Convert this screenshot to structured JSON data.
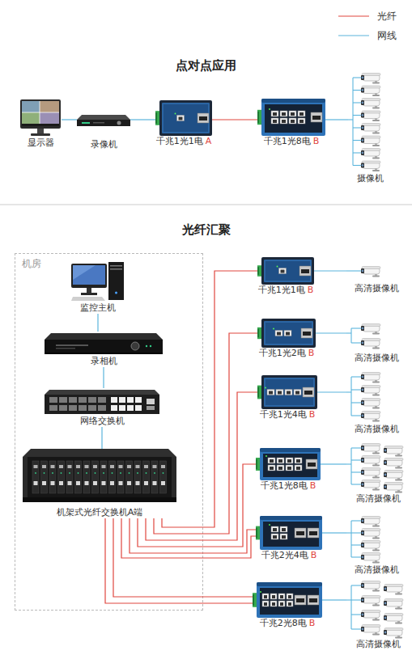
{
  "diagram": {
    "nodes": [
      {
        "text": [
          "显示器"
        ]
      },
      {
        "text": [
          "录像机"
        ]
      },
      {
        "text": [
          "千兆1光1电",
          "A"
        ]
      },
      {
        "text": [
          "千兆1光8电",
          "B"
        ]
      },
      {
        "text": [
          "摄像机"
        ]
      },
      {
        "text": [
          "机房"
        ]
      },
      {
        "text": [
          "监控主机"
        ],
        "in": 5
      },
      {
        "text": [
          "录相机"
        ],
        "in": 5
      },
      {
        "text": [
          "网络交换机"
        ],
        "in": 5
      },
      {
        "text": [
          "机架式光纤交换机A端"
        ],
        "in": 5
      },
      {
        "text": [
          "千兆1光1电",
          "B"
        ]
      },
      {
        "text": [
          "高清摄像机"
        ]
      },
      {
        "text": [
          "千兆1光2电",
          "B"
        ]
      },
      {
        "text": [
          "高清摄像机"
        ]
      },
      {
        "text": [
          "千兆1光4电",
          "B"
        ]
      },
      {
        "text": [
          "高清摄像机"
        ]
      },
      {
        "text": [
          "千兆1光8电",
          "B"
        ]
      },
      {
        "text": [
          "高清摄像机"
        ]
      },
      {
        "text": [
          "千兆2光4电",
          "B"
        ]
      },
      {
        "text": [
          "高清摄像机"
        ]
      },
      {
        "text": [
          "千兆2光8电",
          "B"
        ]
      },
      {
        "text": [
          "高清摄像机"
        ]
      }
    ],
    "edges": [
      {
        "from": 0,
        "to": 1,
        "arrow": "none"
      },
      {
        "from": 1,
        "to": 2,
        "arrow": "none"
      },
      {
        "from": 2,
        "to": 3,
        "arrow": "none"
      },
      {
        "from": 3,
        "to": 4,
        "arrow": "none"
      },
      {
        "from": 6,
        "to": 7,
        "arrow": "none"
      },
      {
        "from": 7,
        "to": 8,
        "arrow": "none"
      },
      {
        "from": 8,
        "to": 9,
        "arrow": "none"
      },
      {
        "from": 9,
        "to": 10,
        "arrow": "none"
      },
      {
        "from": 9,
        "to": 12,
        "arrow": "none"
      },
      {
        "from": 9,
        "to": 14,
        "arrow": "none"
      },
      {
        "from": 9,
        "to": 16,
        "arrow": "none"
      },
      {
        "from": 9,
        "to": 18,
        "arrow": "none"
      },
      {
        "from": 9,
        "to": 18,
        "arrow": "none"
      },
      {
        "from": 9,
        "to": 20,
        "arrow": "none"
      },
      {
        "from": 9,
        "to": 20,
        "arrow": "none"
      },
      {
        "from": 10,
        "to": 11,
        "arrow": "none"
      },
      {
        "from": 12,
        "to": 13,
        "arrow": "none"
      },
      {
        "from": 14,
        "to": 15,
        "arrow": "none"
      },
      {
        "from": 16,
        "to": 17,
        "arrow": "none"
      },
      {
        "from": 18,
        "to": 19,
        "arrow": "none"
      },
      {
        "from": 20,
        "to": 21,
        "arrow": "none"
      }
    ],
    "labels": [
      "点对点应用",
      "光纤汇聚"
    ],
    "legend": [
      {
        "text": "光纤"
      },
      {
        "text": "网线"
      }
    ]
  }
}
